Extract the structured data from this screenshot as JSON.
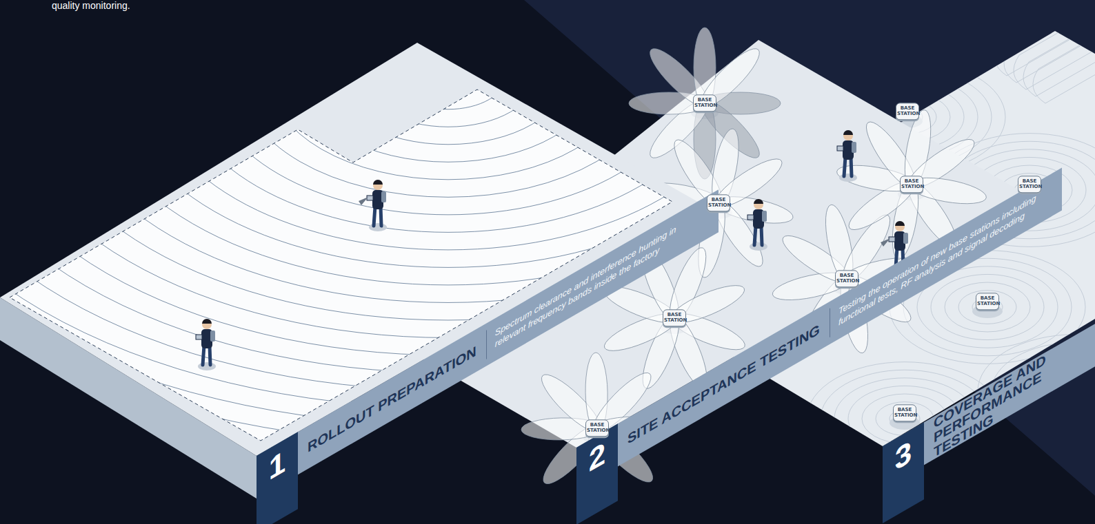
{
  "diagram": {
    "nodes": [
      {
        "text": [
          "1",
          "ROLLOUT PREPARATION",
          "Spectrum clearance and interference hunting in relevant frequency bands inside the factory"
        ]
      },
      {
        "text": [
          "2",
          "SITE ACCEPTANCE TESTING",
          "Testing the operation of new base stations including functional tests, RF analysis and signal decoding"
        ]
      },
      {
        "text": [
          "3",
          "COVERAGE AND PERFORMANCE TESTING"
        ]
      }
    ],
    "labels": [
      "quality monitoring.",
      "BASE STATION",
      "BASE STATION",
      "BASE STATION",
      "BASE STATION",
      "BASE STATION",
      "BASE STATION",
      "BASE STATION",
      "BASE STATION",
      "BASE STATION",
      "BASE STATION"
    ]
  }
}
